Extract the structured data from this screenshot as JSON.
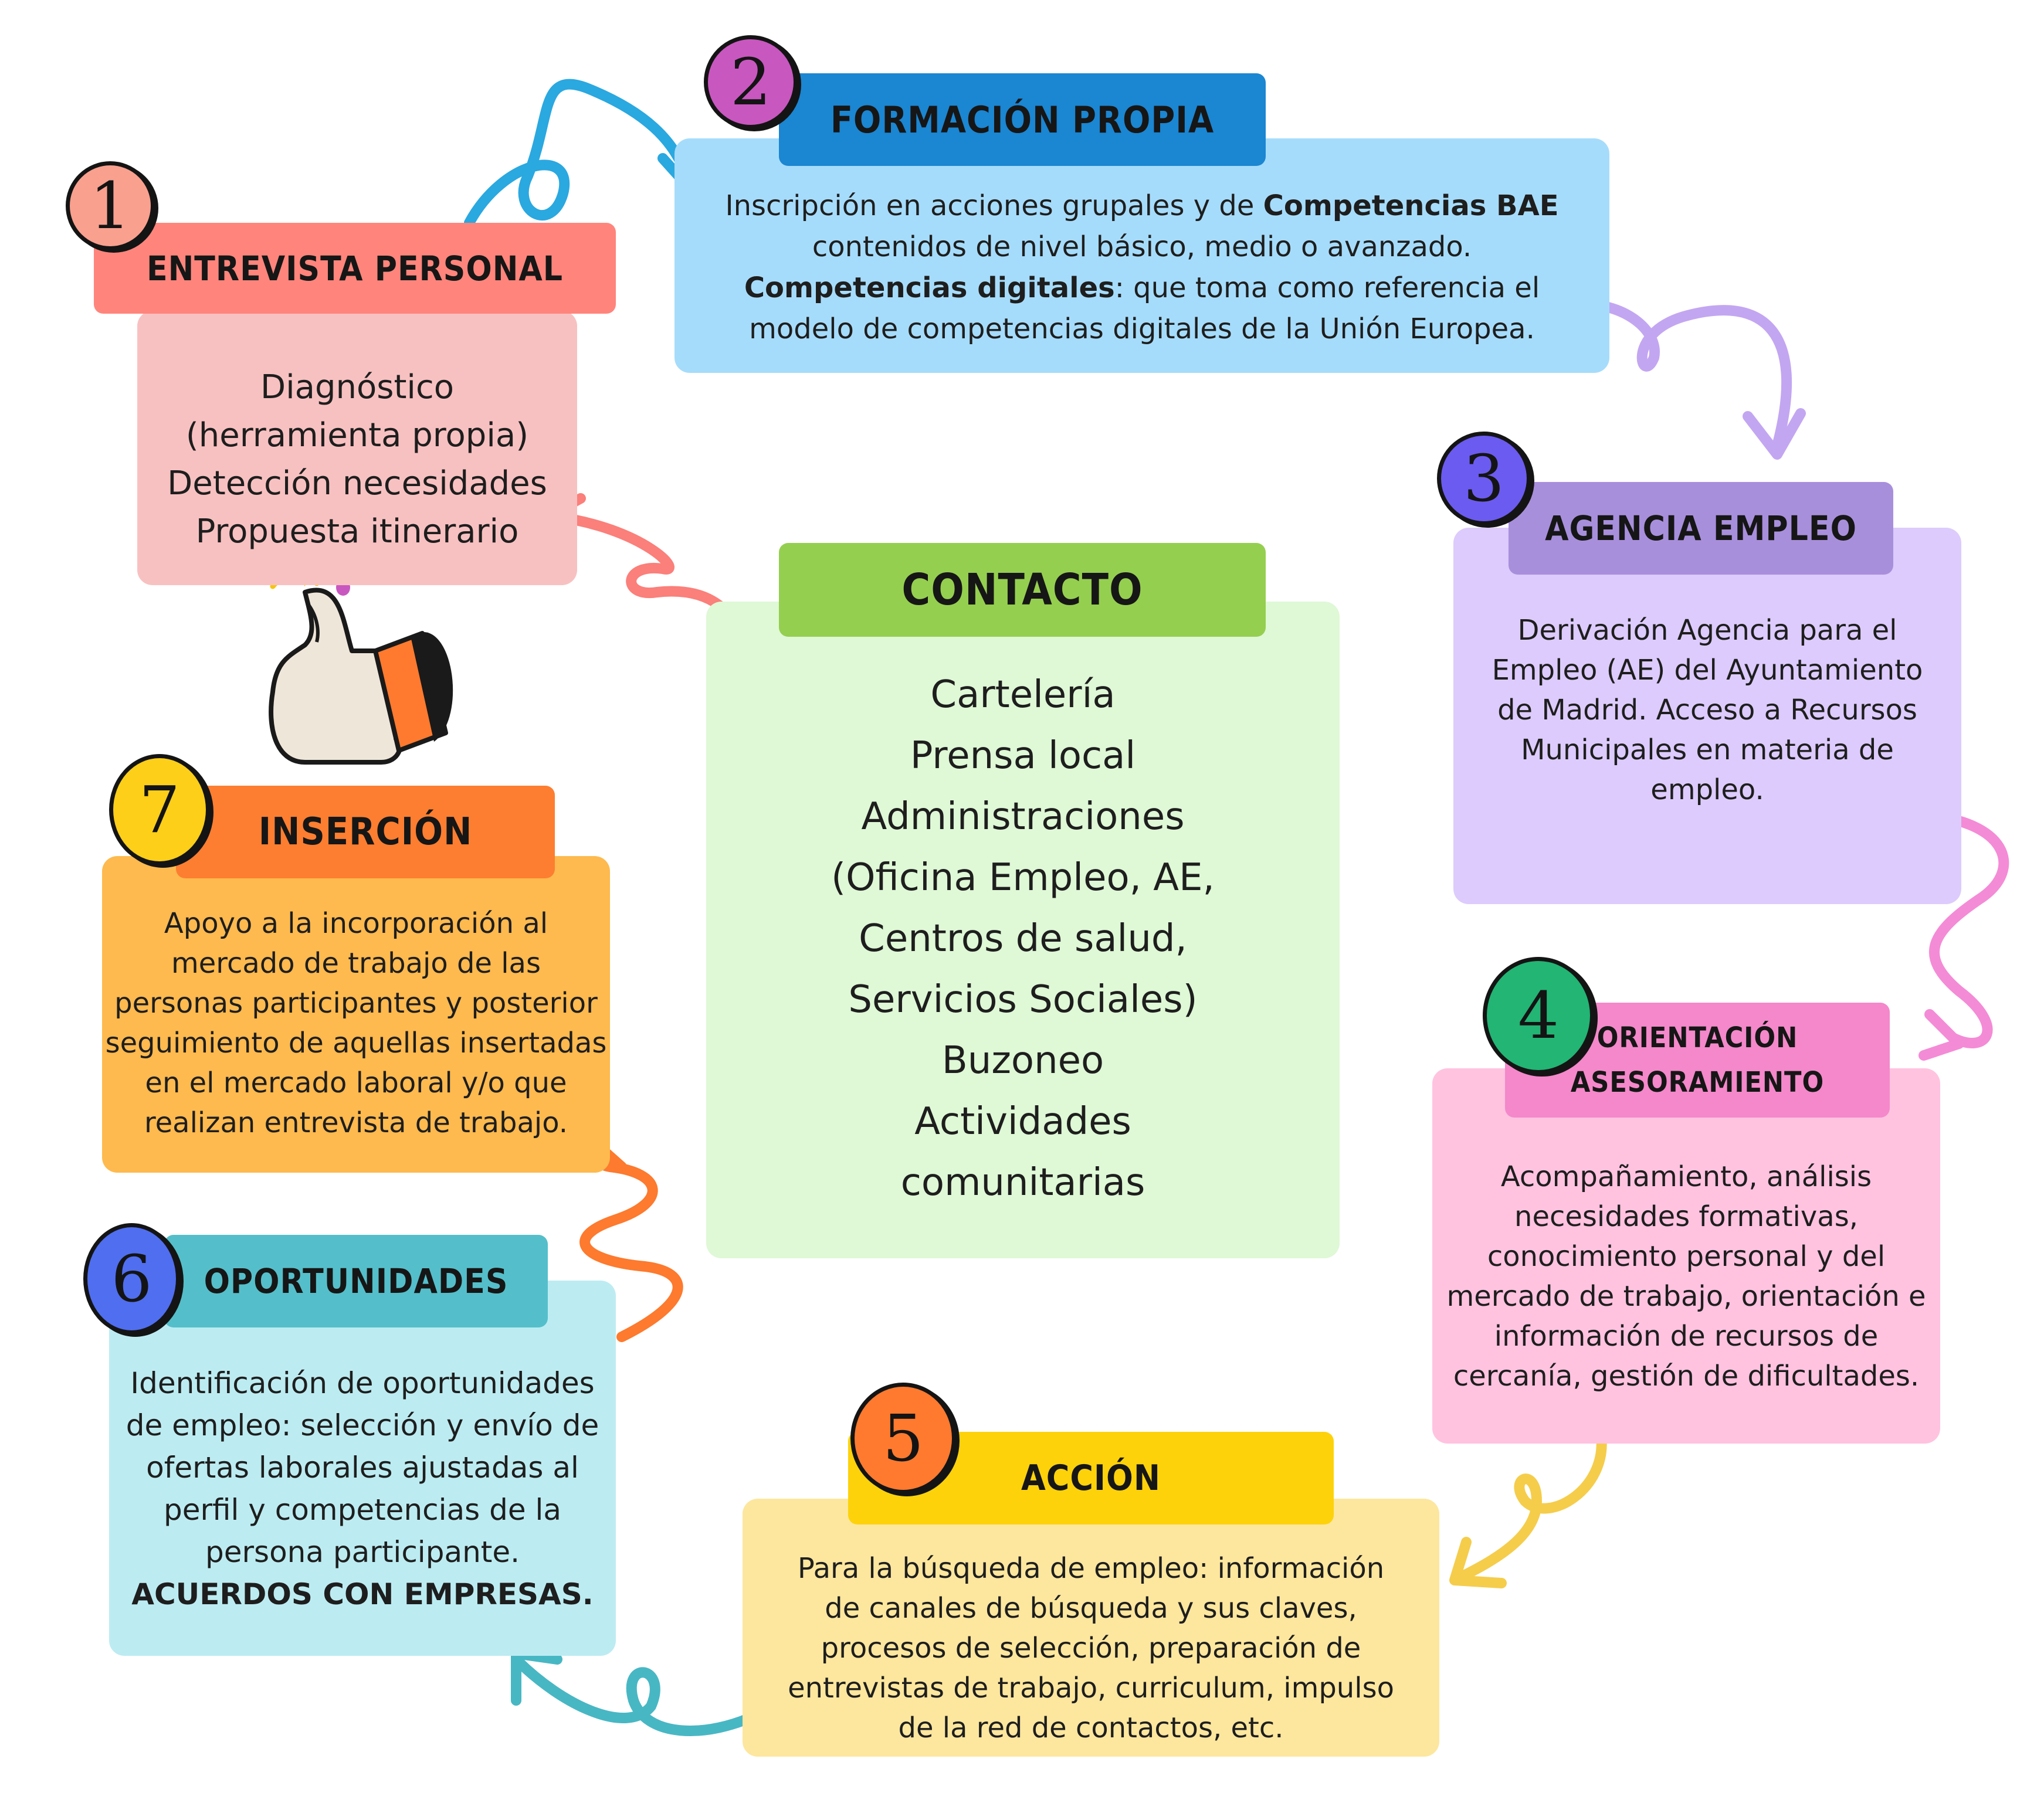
{
  "steps": [
    {
      "number": "1",
      "title": "ENTREVISTA PERSONAL",
      "lines": [
        "Diagnóstico",
        "(herramienta propia)",
        "Detección necesidades",
        "Propuesta itinerario"
      ]
    },
    {
      "number": "2",
      "title": "FORMACIÓN PROPIA",
      "lines": [
        {
          "pre": "Inscripción en acciones grupales y de ",
          "bold": "Competencias BAE",
          "post": ""
        },
        {
          "pre": "contenidos de nivel básico, medio o avanzado.",
          "bold": "",
          "post": ""
        },
        {
          "pre": "",
          "bold": "Competencias digitales",
          "post": ":  que toma como referencia el"
        },
        {
          "pre": "modelo de competencias digitales de la Unión Europea.",
          "bold": "",
          "post": ""
        }
      ]
    },
    {
      "number": "3",
      "title": "AGENCIA EMPLEO",
      "lines": [
        "Derivación Agencia para el",
        "Empleo (AE) del Ayuntamiento",
        "de Madrid. Acceso a Recursos",
        "Municipales en materia de",
        "empleo."
      ]
    },
    {
      "number": "4",
      "title_lines": [
        "ORIENTACIÓN",
        "ASESORAMIENTO"
      ],
      "lines": [
        "Acompañamiento, análisis",
        "necesidades formativas,",
        "conocimiento personal y del",
        "mercado de trabajo, orientación e",
        "información de recursos de",
        "cercanía, gestión de dificultades."
      ]
    },
    {
      "number": "5",
      "title": "ACCIÓN",
      "lines": [
        "Para la búsqueda de empleo: información",
        "de canales de búsqueda y sus claves,",
        "procesos de selección, preparación de",
        "entrevistas de trabajo, curriculum, impulso",
        "de la red de contactos, etc."
      ]
    },
    {
      "number": "6",
      "title": "OPORTUNIDADES",
      "lines": [
        "Identificación de oportunidades",
        "de empleo: selección y envío de",
        "ofertas laborales ajustadas al",
        "perfil y competencias de la",
        "persona participante."
      ],
      "bold_line": "ACUERDOS CON EMPRESAS."
    },
    {
      "number": "7",
      "title": "INSERCIÓN",
      "lines": [
        "Apoyo a la incorporación al",
        "mercado de trabajo de las",
        "personas participantes y posterior",
        "seguimiento de aquellas insertadas",
        "en el mercado laboral y/o que",
        "realizan entrevista de trabajo."
      ]
    }
  ],
  "contact": {
    "title": "CONTACTO",
    "lines": [
      "Cartelería",
      "Prensa local",
      "Administraciones",
      "(Oficina Empleo, AE,",
      "Centros de salud,",
      "Servicios Sociales)",
      "Buzoneo",
      "Actividades",
      "comunitarias"
    ]
  },
  "colors": {
    "s1_header": "#ff857c",
    "s1_body": "#f8c1c1",
    "s1_badge": "#f9a08e",
    "s2_header": "#1b86d2",
    "s2_body": "#a6dcfb",
    "s2_badge": "#c957c0",
    "s3_header": "#a88fdc",
    "s3_body": "#dccbfc",
    "s3_badge": "#6b5bf0",
    "s4_header": "#f488ca",
    "s4_body": "#ffc3e0",
    "s4_badge": "#22b574",
    "s5_header": "#fdd20a",
    "s5_body": "#fde79e",
    "s5_badge": "#ff7a2e",
    "s6_header": "#54bfca",
    "s6_body": "#bcecf2",
    "s6_badge": "#4f6ef0",
    "s7_header": "#fd7e30",
    "s7_body": "#feba4e",
    "s7_badge": "#fdcf18",
    "contact_header": "#95cf4f",
    "contact_body": "#dff8d6"
  },
  "icons": [
    "thumbs-up-icon",
    "curly-arrow-icon"
  ]
}
